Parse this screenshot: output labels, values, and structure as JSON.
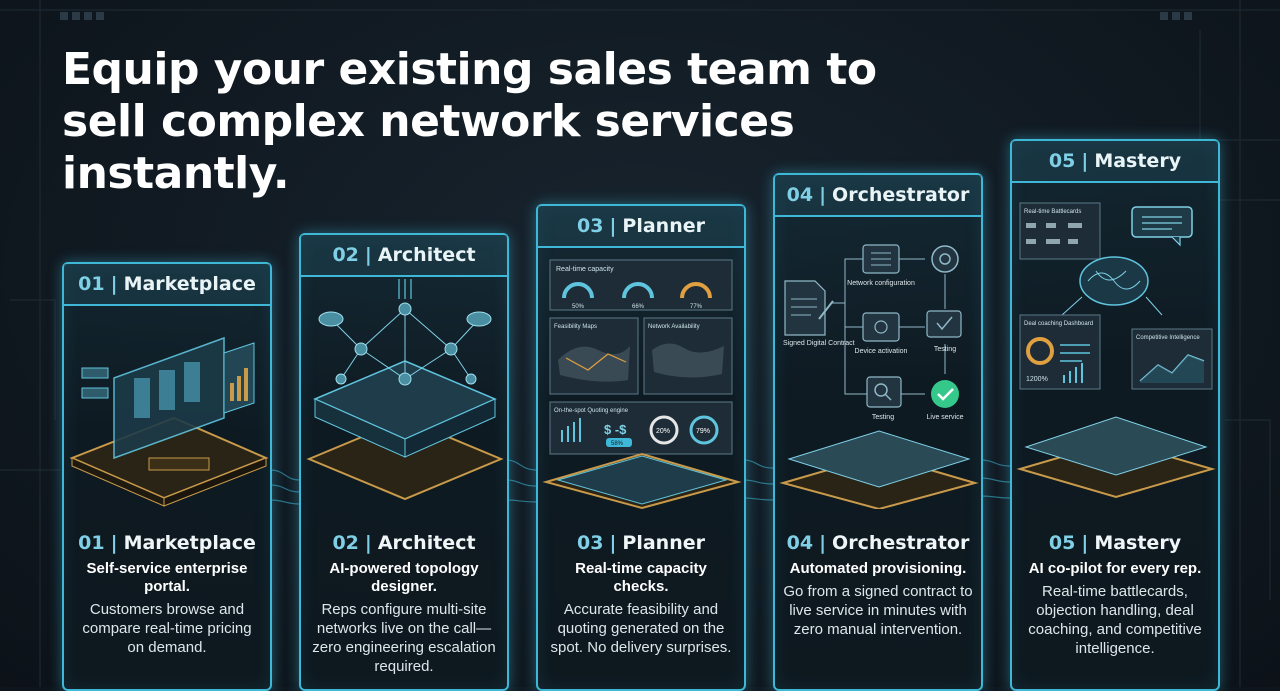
{
  "headline": "Equip your existing sales team to sell complex network services instantly.",
  "cards": [
    {
      "num": "01",
      "name": "Marketplace",
      "subtitle": "Self-service enterprise portal.",
      "description": "Customers browse and compare real-time pricing on demand."
    },
    {
      "num": "02",
      "name": "Architect",
      "subtitle": "AI-powered topology designer.",
      "description": "Reps configure multi-site networks live on the call—zero engineering escalation required."
    },
    {
      "num": "03",
      "name": "Planner",
      "subtitle": "Real-time capacity checks.",
      "description": "Accurate feasibility and quoting generated on the spot. No delivery surprises.",
      "panels": {
        "capacity_title": "Real-time capacity",
        "gauges": [
          "50%",
          "66%",
          "77%"
        ],
        "feasibility_title": "Feasibility Maps",
        "network_title": "Network Availability",
        "quoting_title": "On-the-spot Quoting engine",
        "price_symbol": "$ -$",
        "price_badge": "58%",
        "dial_a": "20%",
        "dial_b": "79%"
      }
    },
    {
      "num": "04",
      "name": "Orchestrator",
      "subtitle": "Automated provisioning.",
      "description": "Go from a signed contract to live service in minutes with zero manual intervention.",
      "flow": {
        "contract": "Signed Digital Contract",
        "network_config": "Network configuration",
        "device": "Device activation",
        "testing_top": "Testing",
        "testing_bottom": "Testing",
        "live": "Live service"
      }
    },
    {
      "num": "05",
      "name": "Mastery",
      "subtitle": "AI co-pilot for every rep.",
      "description": "Real-time battlecards, objection handling, deal coaching, and competitive intelligence.",
      "panels": {
        "battlecards": "Real-time Battlecards",
        "coaching": "Deal coaching Dashboard",
        "coaching_value": "1200%",
        "competitive": "Competitive Intelligence"
      }
    }
  ],
  "colors": {
    "accent": "#3fb8d8",
    "gold": "#c89a4a",
    "green": "#34c98a"
  }
}
